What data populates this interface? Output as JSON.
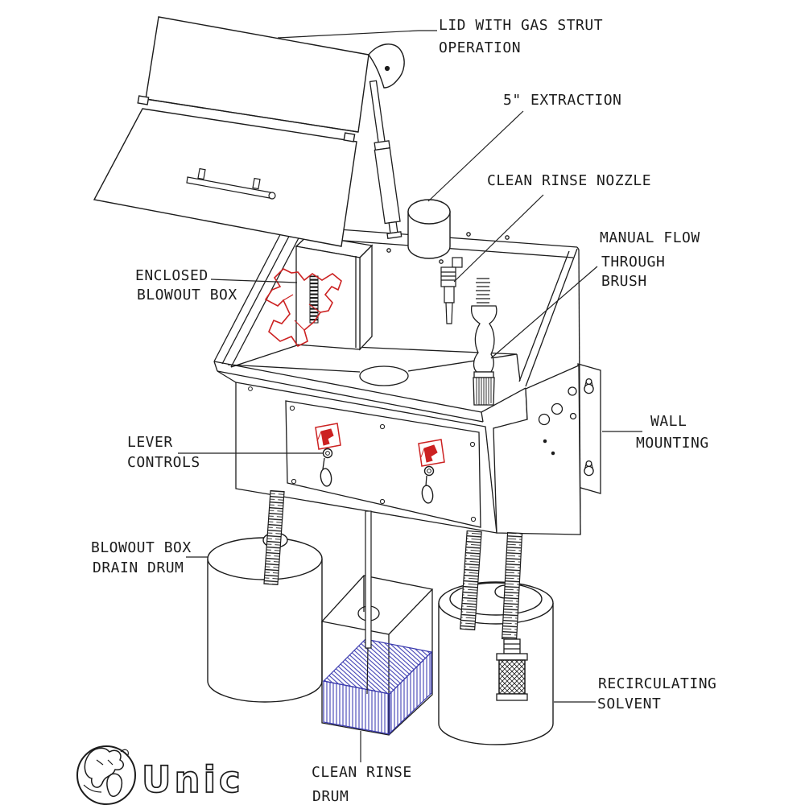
{
  "brand": {
    "wordmark": "Unic",
    "logo_icon": "globe"
  },
  "callouts": {
    "lid": {
      "l1": "LID WITH GAS STRUT",
      "l2": "OPERATION"
    },
    "extraction": {
      "l1": "5\" EXTRACTION"
    },
    "nozzle": {
      "l1": "CLEAN RINSE NOZZLE"
    },
    "brush": {
      "l1": "MANUAL FLOW",
      "l2": "THROUGH",
      "l3": "BRUSH"
    },
    "blowout_box": {
      "l1": "ENCLOSED",
      "l2": "BLOWOUT BOX"
    },
    "wall": {
      "l1": "WALL",
      "l2": "MOUNTING"
    },
    "lever": {
      "l1": "LEVER",
      "l2": "CONTROLS"
    },
    "drain_drum": {
      "l1": "BLOWOUT BOX",
      "l2": "DRAIN DRUM"
    },
    "solvent": {
      "l1": "RECIRCULATING",
      "l2": "SOLVENT"
    },
    "rinse_drum": {
      "l1": "CLEAN RINSE",
      "l2": "DRUM"
    }
  },
  "colors": {
    "line": "#1c1c1c",
    "accent_red": "#cc2222",
    "liquid_blue": "#3a3aad",
    "background": "#ffffff"
  }
}
